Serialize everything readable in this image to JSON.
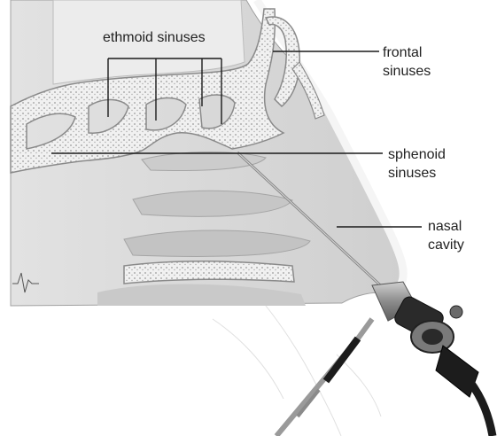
{
  "labels": {
    "ethmoid": "ethmoid sinuses",
    "frontal": [
      "frontal",
      "sinuses"
    ],
    "sphenoid": [
      "sphenoid",
      "sinuses"
    ],
    "nasal": [
      "nasal",
      "cavity"
    ]
  },
  "colors": {
    "tissue": "#d9d9d9",
    "tissue_dark": "#b8b8b8",
    "bone": "#f4f4f4",
    "bone_outline": "#8a8a8a",
    "leader": "#1a1a1a",
    "scope_metal": "#9a9a9a",
    "scope_dark": "#1c1c1c"
  }
}
